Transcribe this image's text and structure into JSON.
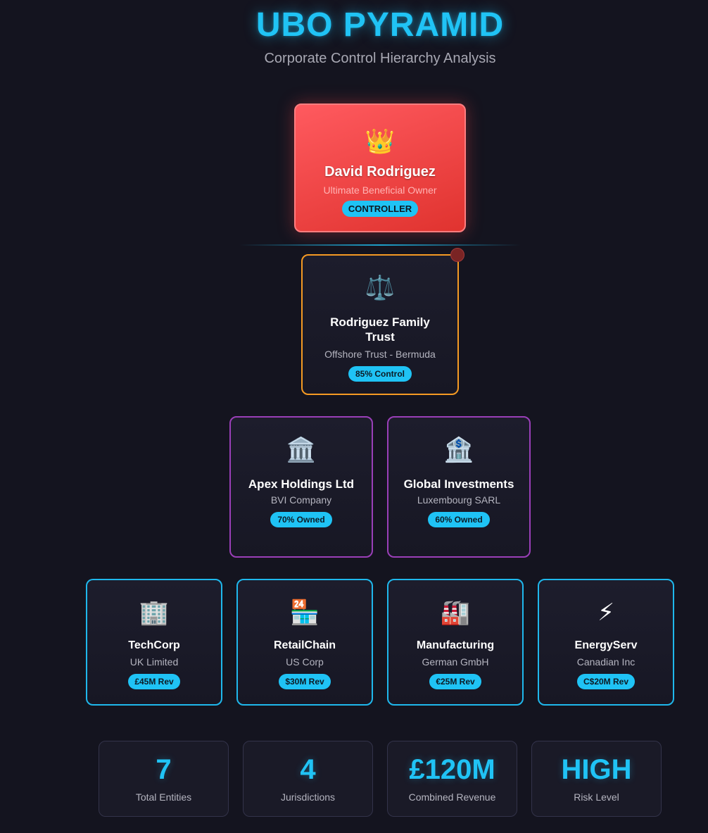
{
  "header": {
    "title": "UBO PYRAMID",
    "subtitle": "Corporate Control Hierarchy Analysis"
  },
  "ubo": {
    "icon": "crown-icon",
    "glyph": "👑",
    "name": "David Rodriguez",
    "role": "Ultimate Beneficial Owner",
    "badge": "CONTROLLER"
  },
  "trust": {
    "icon": "scales-icon",
    "glyph": "⚖️",
    "name": "Rodriguez Family Trust",
    "type": "Offshore Trust - Bermuda",
    "badge": "85% Control"
  },
  "holdings": [
    {
      "icon": "classical-building-icon",
      "glyph": "🏛️",
      "name": "Apex Holdings Ltd",
      "type": "BVI Company",
      "badge": "70% Owned"
    },
    {
      "icon": "bank-icon",
      "glyph": "🏦",
      "name": "Global Investments",
      "type": "Luxembourg SARL",
      "badge": "60% Owned"
    }
  ],
  "companies": [
    {
      "icon": "office-building-icon",
      "glyph": "🏢",
      "name": "TechCorp",
      "type": "UK Limited",
      "badge": "£45M Rev"
    },
    {
      "icon": "convenience-store-icon",
      "glyph": "🏪",
      "name": "RetailChain",
      "type": "US Corp",
      "badge": "$30M Rev"
    },
    {
      "icon": "factory-icon",
      "glyph": "🏭",
      "name": "Manufacturing",
      "type": "German GmbH",
      "badge": "€25M Rev"
    },
    {
      "icon": "lightning-icon",
      "glyph": "⚡",
      "name": "EnergyServ",
      "type": "Canadian Inc",
      "badge": "C$20M Rev"
    }
  ],
  "stats": [
    {
      "value": "7",
      "label": "Total Entities"
    },
    {
      "value": "4",
      "label": "Jurisdictions"
    },
    {
      "value": "£120M",
      "label": "Combined Revenue"
    },
    {
      "value": "HIGH",
      "label": "Risk Level"
    }
  ]
}
